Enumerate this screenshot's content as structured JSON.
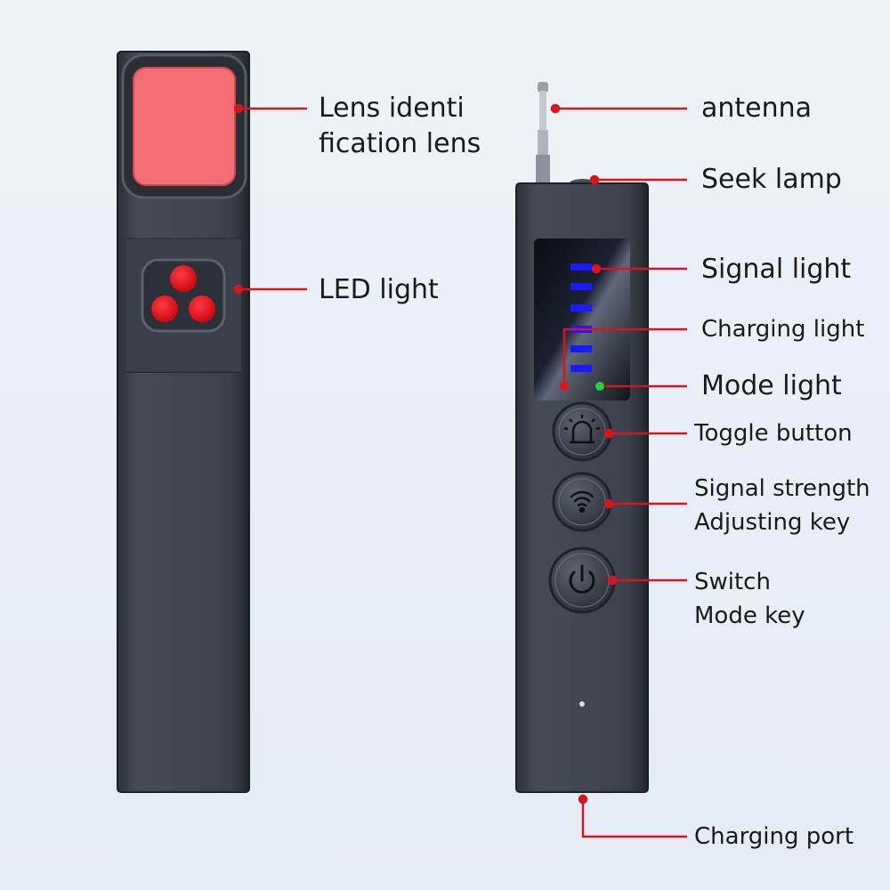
{
  "colors": {
    "background": "#e8eef6",
    "device_body": "#3a3f4a",
    "lens_red": "#f26e74",
    "led_red": "#e8101c",
    "callout_red": "#d9141f",
    "signal_bar_blue": "#1a1aff",
    "charging_dot": "#e8101c",
    "mode_dot": "#22d33a"
  },
  "labels": {
    "lens": [
      "Lens identi",
      "fication lens"
    ],
    "led": "LED light",
    "antenna": "antenna",
    "seek_lamp": "Seek lamp",
    "signal_light": "Signal light",
    "charging_light": "Charging light",
    "mode_light": "Mode light",
    "toggle_button": "Toggle button",
    "signal_strength": [
      "Signal strength",
      "Adjusting key"
    ],
    "switch_mode": [
      "Switch",
      "Mode key"
    ],
    "charging_port": "Charging port"
  },
  "icons": {
    "toggle": "siren-icon",
    "signal_adjust": "wifi-icon",
    "power": "power-icon"
  },
  "signal_bars_count": 6
}
